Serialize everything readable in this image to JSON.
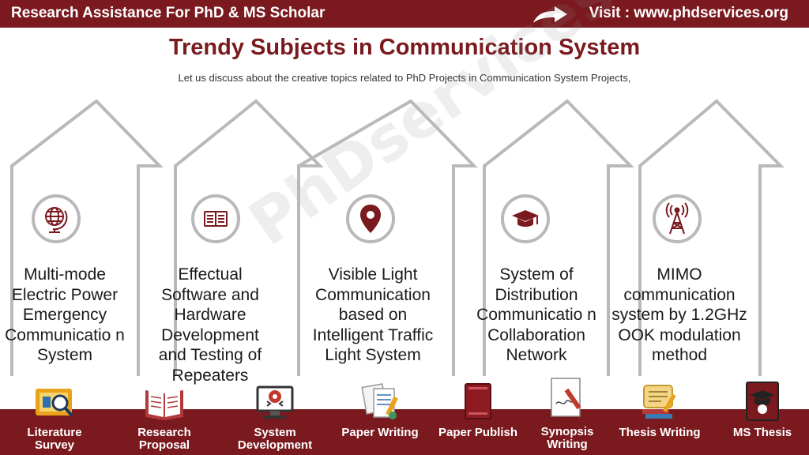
{
  "header": {
    "brand": "Research Assistance For PhD & MS Scholar",
    "visit": "Visit : www.phdservices.org",
    "arrow_icon": "right-curved-arrow-icon"
  },
  "title": "Trendy Subjects in Communication System",
  "subtitle": "Let us discuss about the creative topics related to PhD Projects in Communication System Projects,",
  "watermark": "PhDservices.org",
  "topics": [
    {
      "icon": "globe-icon",
      "label": "Multi-mode Electric Power Emergency Communicatio n System"
    },
    {
      "icon": "book-icon",
      "label": "Effectual Software and Hardware Development and Testing of Repeaters"
    },
    {
      "icon": "location-pin-icon",
      "label": "Visible Light Communication based on Intelligent Traffic Light System"
    },
    {
      "icon": "graduation-cap-icon",
      "label": "System of Distribution Communicatio n Collaboration Network"
    },
    {
      "icon": "antenna-tower-icon",
      "label": "MIMO communication system by 1.2GHz OOK modulation method"
    }
  ],
  "services": [
    {
      "label": "Literature Survey",
      "icon": "literature-survey-icon"
    },
    {
      "label": "Research Proposal",
      "icon": "research-proposal-icon"
    },
    {
      "label": "System Development",
      "icon": "system-development-icon"
    },
    {
      "label": "Paper Writing",
      "icon": "paper-writing-icon"
    },
    {
      "label": "Paper Publish",
      "icon": "paper-publish-icon"
    },
    {
      "label": "Synopsis Writing",
      "icon": "synopsis-writing-icon"
    },
    {
      "label": "Thesis Writing",
      "icon": "thesis-writing-icon"
    },
    {
      "label": "MS Thesis",
      "icon": "ms-thesis-icon"
    }
  ],
  "colors": {
    "brand": "#7a1a1f",
    "arrow_outline": "#b9b9b9",
    "accent": "#7a1a1f"
  }
}
